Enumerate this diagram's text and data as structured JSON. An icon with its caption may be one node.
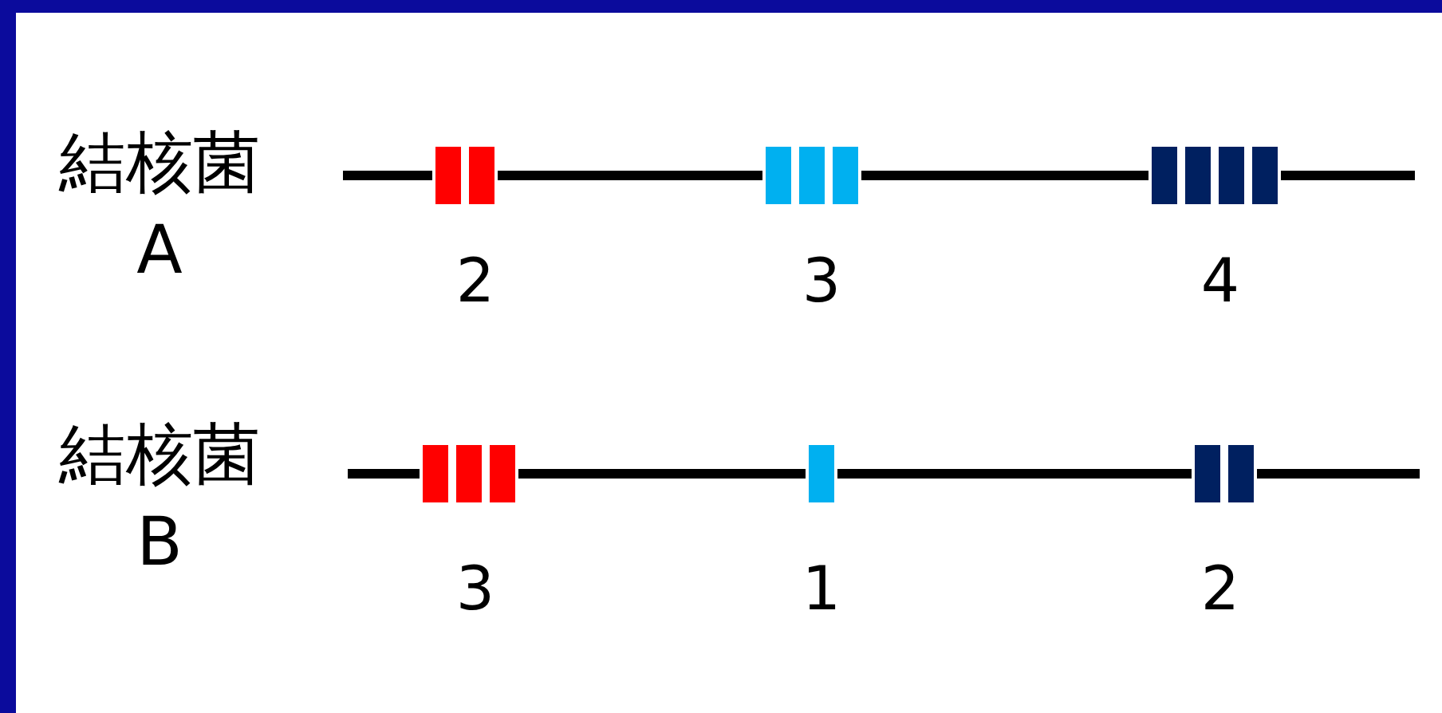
{
  "diagram": {
    "labels": [
      "結核菌 A",
      "2",
      "3",
      "4",
      "結核菌 B",
      "3",
      "1",
      "2"
    ]
  }
}
